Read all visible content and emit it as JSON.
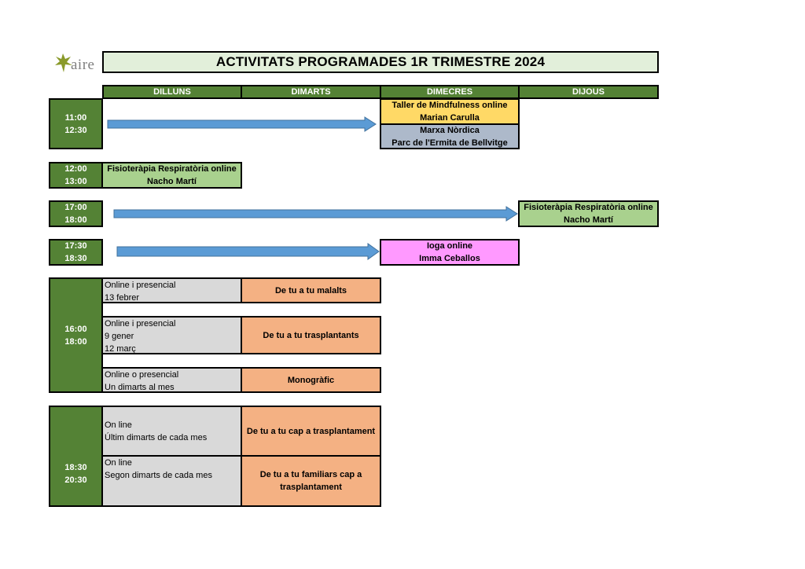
{
  "logo": {
    "text": "aire"
  },
  "title": "ACTIVITATS PROGRAMADES 1R TRIMESTRE 2024",
  "days": [
    "DILLUNS",
    "DIMARTS",
    "DIMECRES",
    "DIJOUS"
  ],
  "rows": [
    {
      "start": "11:00",
      "end": "12:30"
    },
    {
      "start": "12:00",
      "end": "13:00"
    },
    {
      "start": "17:00",
      "end": "18:00"
    },
    {
      "start": "17:30",
      "end": "18:30"
    },
    {
      "start": "16:00",
      "end": "18:00"
    },
    {
      "start": "18:30",
      "end": "20:30"
    }
  ],
  "activities": {
    "mindfulness": {
      "line1": "Taller de Mindfulness online",
      "line2": "Marian Carulla"
    },
    "marxa": {
      "line1": "Marxa Nòrdica",
      "line2": "Parc de l'Ermita de Bellvitge"
    },
    "fisio_mon": {
      "line1": "Fisioteràpia Respiratòria online",
      "line2": "Nacho Martí"
    },
    "fisio_thu": {
      "line1": "Fisioteràpia Respiratòria online",
      "line2": "Nacho Martí"
    },
    "ioga": {
      "line1": "Ioga online",
      "line2": "Imma Ceballos"
    }
  },
  "tuesday_groups": [
    {
      "info": [
        "Online i presencial",
        "13 febrer"
      ],
      "name": "De tu a tu malalts"
    },
    {
      "info": [
        "Online i presencial",
        "9 gener",
        "12 març"
      ],
      "name": "De tu a tu trasplantants"
    },
    {
      "info": [
        "Online o presencial",
        "Un dimarts al mes"
      ],
      "name": "Monogràfic"
    }
  ],
  "evening_groups": [
    {
      "info": [
        "On line",
        "Últim dimarts de cada mes"
      ],
      "name": "De tu a tu cap a trasplantament"
    },
    {
      "info": [
        "On line",
        "Segon dimarts de cada mes"
      ],
      "name_line1": "De tu a tu familiars cap a",
      "name_line2": "trasplantament"
    }
  ],
  "colors": {
    "dark_green": "#548235",
    "light_green": "#a9d18e",
    "title_bg": "#e2efda",
    "yellow": "#ffd966",
    "grey_blue": "#adb9ca",
    "pink": "#ff99ff",
    "salmon": "#f4b183",
    "grey": "#d9d9d9",
    "arrow": "#5b9bd5"
  }
}
